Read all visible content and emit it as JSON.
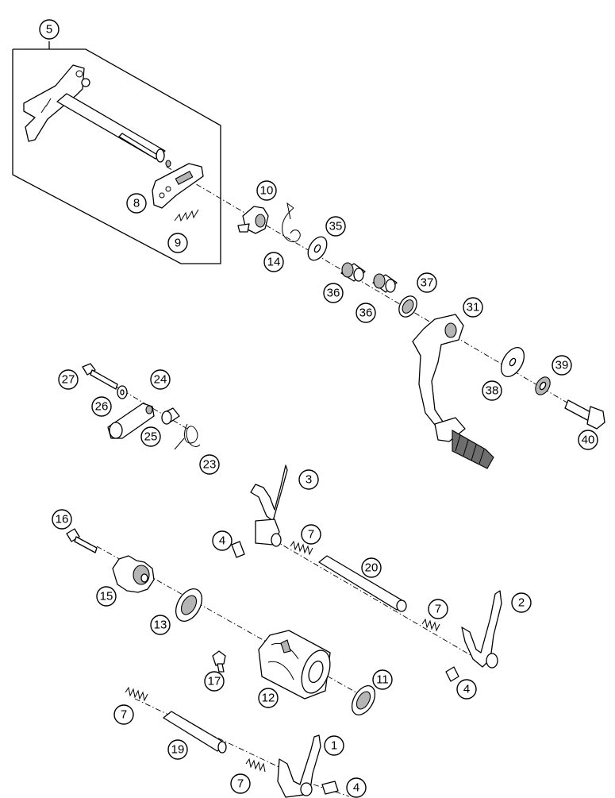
{
  "callouts": {
    "c1": "1",
    "c2": "2",
    "c3": "3",
    "c4a": "4",
    "c4b": "4",
    "c4c": "4",
    "c5": "5",
    "c7a": "7",
    "c7b": "7",
    "c7c": "7",
    "c7d": "7",
    "c8": "8",
    "c9": "9",
    "c10": "10",
    "c11": "11",
    "c12": "12",
    "c13": "13",
    "c14": "14",
    "c15": "15",
    "c16": "16",
    "c17": "17",
    "c19": "19",
    "c20": "20",
    "c23": "23",
    "c24": "24",
    "c25": "25",
    "c26": "26",
    "c27": "27",
    "c31": "31",
    "c35": "35",
    "c36a": "36",
    "c36b": "36",
    "c37": "37",
    "c38": "38",
    "c39": "39",
    "c40": "40"
  }
}
